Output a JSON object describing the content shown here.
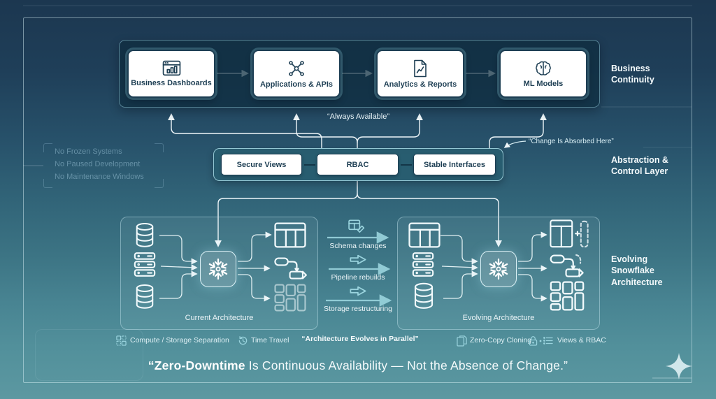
{
  "sections": {
    "business": {
      "label": "Business Continuity"
    },
    "abstraction": {
      "label": "Abstraction & Control Layer"
    },
    "architecture": {
      "label": "Evolving Snowflake Architecture"
    }
  },
  "top_boxes": [
    {
      "label": "Business Dashboards",
      "icon": "dashboard-icon"
    },
    {
      "label": "Applications & APIs",
      "icon": "network-icon"
    },
    {
      "label": "Analytics & Reports",
      "icon": "report-icon"
    },
    {
      "label": "ML Models",
      "icon": "brain-icon"
    }
  ],
  "captions": {
    "always_available": "“Always Available”",
    "change_absorbed": "“Change Is Absorbed Here”",
    "parallel": "“Architecture Evolves in Parallel”"
  },
  "control_chips": [
    {
      "label": "Secure Views"
    },
    {
      "label": "RBAC"
    },
    {
      "label": "Stable Interfaces"
    }
  ],
  "constraints": [
    "No Frozen Systems",
    "No Paused Development",
    "No Maintenance Windows"
  ],
  "diagrams": {
    "current": {
      "label": "Current Architecture"
    },
    "evolving": {
      "label": "Evolving Architecture"
    }
  },
  "transitions": [
    {
      "label": "Schema changes",
      "icon": "schema-edit-icon"
    },
    {
      "label": "Pipeline rebuilds",
      "icon": "fast-forward-icon"
    },
    {
      "label": "Storage restructuring",
      "icon": "fast-forward-icon"
    }
  ],
  "features": [
    {
      "label": "Compute / Storage Separation",
      "icon": "compute-storage-icon"
    },
    {
      "label": "Time Travel",
      "icon": "time-travel-icon"
    },
    {
      "label": "Zero-Copy Cloning",
      "icon": "zero-copy-icon"
    },
    {
      "label": "Views & RBAC",
      "icon": "lock-list-icon"
    }
  ],
  "quote": {
    "emphasis": "“Zero-Downtime",
    "rest": " Is Continuous Availability — Not the Absence of Change.”"
  },
  "colors": {
    "background_top": "#1c3750",
    "background_bottom": "#5c98a1",
    "node_border": "#1d3e53",
    "accent_teal": "#9ad4de",
    "line_white": "#eef6f9"
  }
}
